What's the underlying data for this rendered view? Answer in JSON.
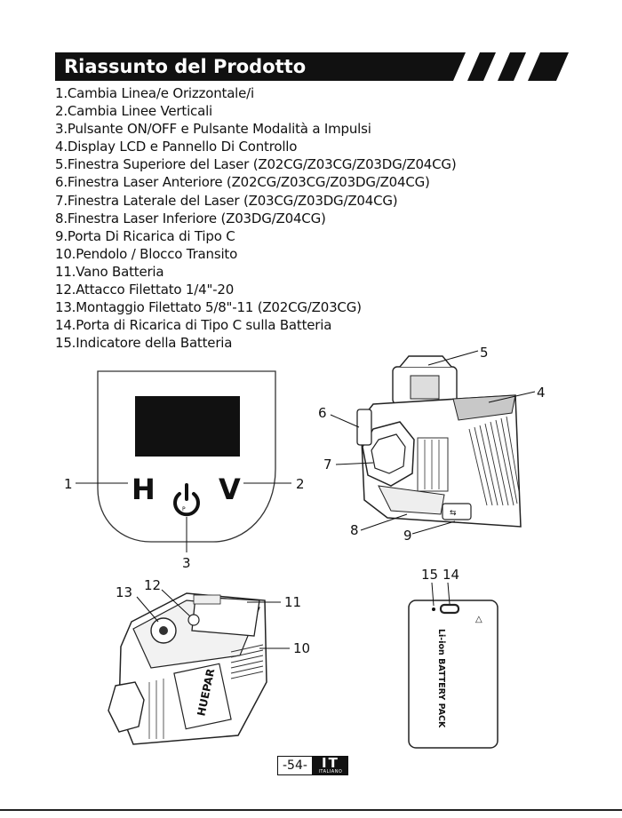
{
  "header": {
    "title": "Riassunto del Prodotto"
  },
  "items": [
    "1.Cambia Linea/e Orizzontale/i",
    "2.Cambia Linee Verticali",
    "3.Pulsante ON/OFF e Pulsante Modalità a Impulsi",
    "4.Display LCD e Pannello Di Controllo",
    "5.Finestra Superiore del Laser (Z02CG/Z03CG/Z03DG/Z04CG)",
    "6.Finestra Laser Anteriore (Z02CG/Z03CG/Z03DG/Z04CG)",
    "7.Finestra Laterale del Laser (Z03CG/Z03DG/Z04CG)",
    "8.Finestra Laser Inferiore (Z03DG/Z04CG)",
    "9.Porta Di Ricarica di Tipo C",
    "10.Pendolo / Blocco Transito",
    "11.Vano Batteria",
    "12.Attacco Filettato 1/4\"-20",
    "13.Montaggio Filettato 5/8\"-11 (Z02CG/Z03CG)",
    "14.Porta di Ricarica di Tipo C sulla Batteria",
    "15.Indicatore della Batteria"
  ],
  "panel": {
    "h_label": "H",
    "v_label": "V",
    "callouts": [
      "1",
      "2",
      "3"
    ]
  },
  "laser_front": {
    "callouts": [
      "5",
      "4",
      "6",
      "7",
      "8",
      "9"
    ]
  },
  "laser_bottom": {
    "callouts": [
      "13",
      "12",
      "11",
      "10"
    ],
    "brand_text": "HUEPAR"
  },
  "battery": {
    "callouts": [
      "15",
      "14"
    ],
    "label": "Li-ion  BATTERY  PACK"
  },
  "footer": {
    "page_number": "-54-",
    "lang_code": "IT",
    "lang_sub": "ITALIANO"
  }
}
